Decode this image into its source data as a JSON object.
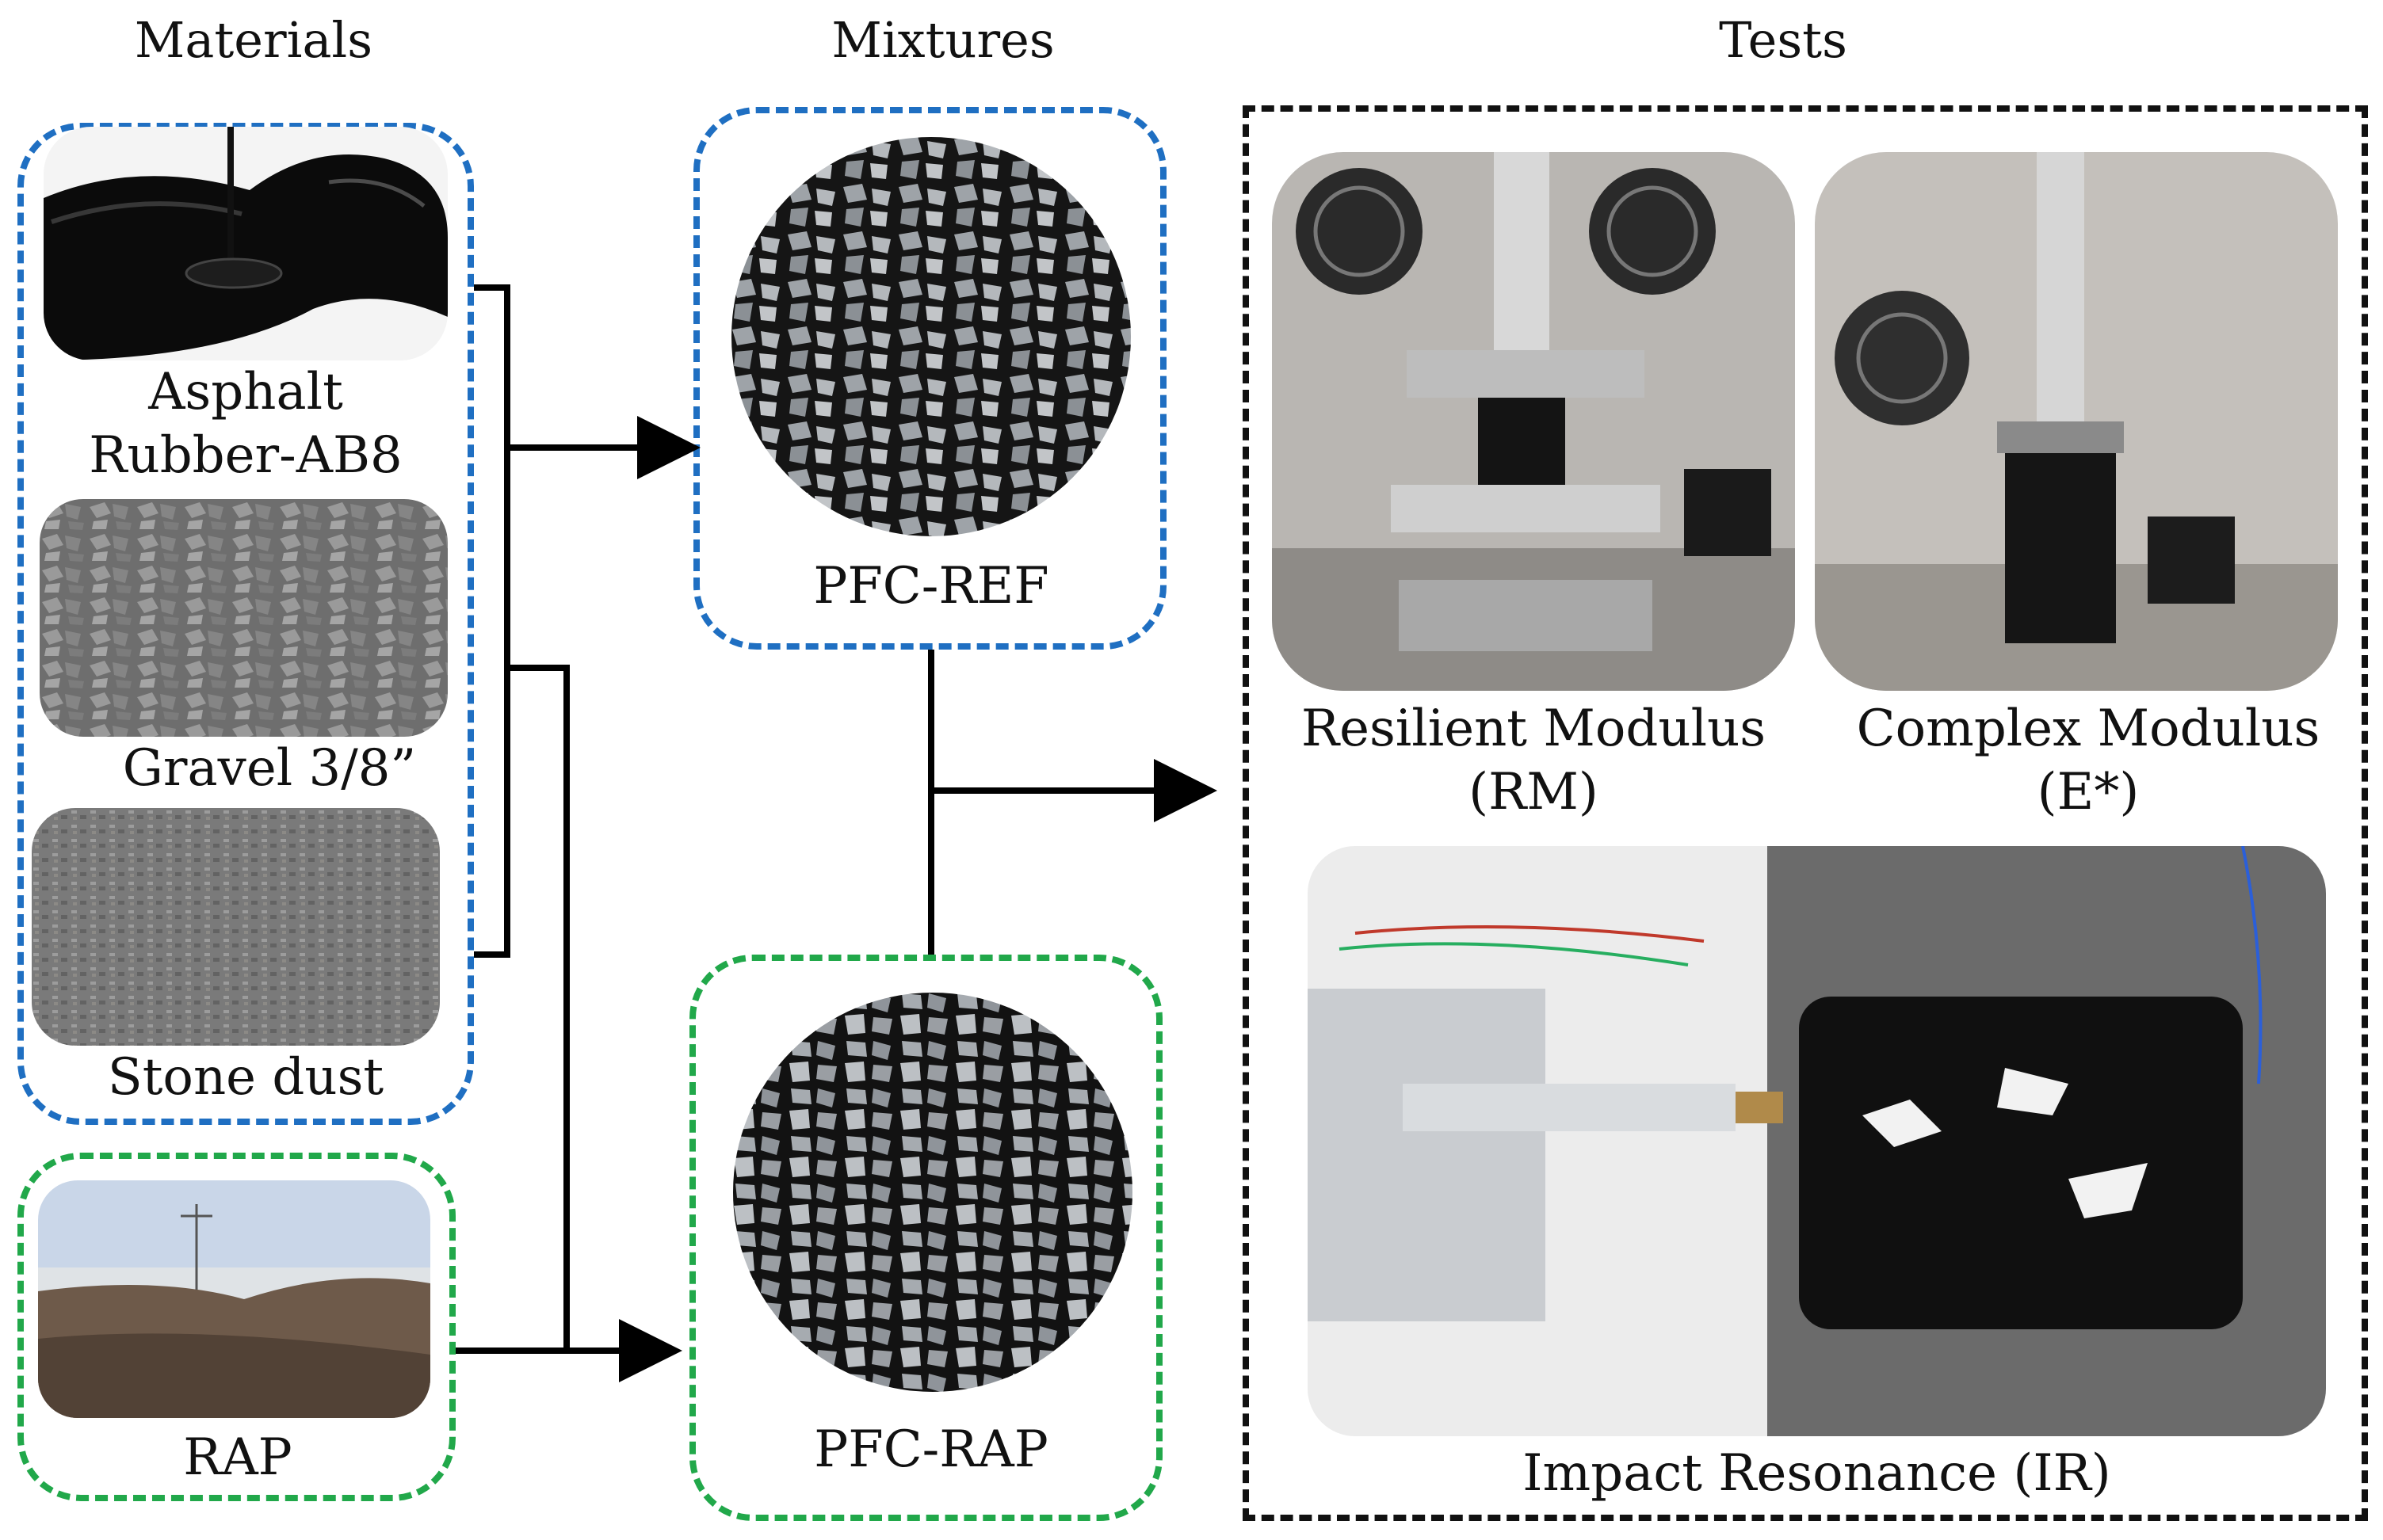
{
  "columns": {
    "materials": "Materials",
    "mixtures": "Mixtures",
    "tests": "Tests"
  },
  "materials": {
    "asphalt_line1": "Asphalt",
    "asphalt_line2": "Rubber-AB8",
    "gravel": "Gravel 3/8”",
    "stone_dust": "Stone dust",
    "rap": "RAP"
  },
  "mixtures": {
    "ref": "PFC-REF",
    "rap": "PFC-RAP"
  },
  "tests": {
    "rm_line1": "Resilient Modulus",
    "rm_line2": "(RM)",
    "cm_line1": "Complex Modulus",
    "cm_line2": "(E*)",
    "ir": "Impact Resonance (IR)"
  },
  "colors": {
    "virgin_group": "#1f6fc2",
    "rap_group": "#21a84a",
    "tests_group": "#111111",
    "connector": "#000000"
  }
}
